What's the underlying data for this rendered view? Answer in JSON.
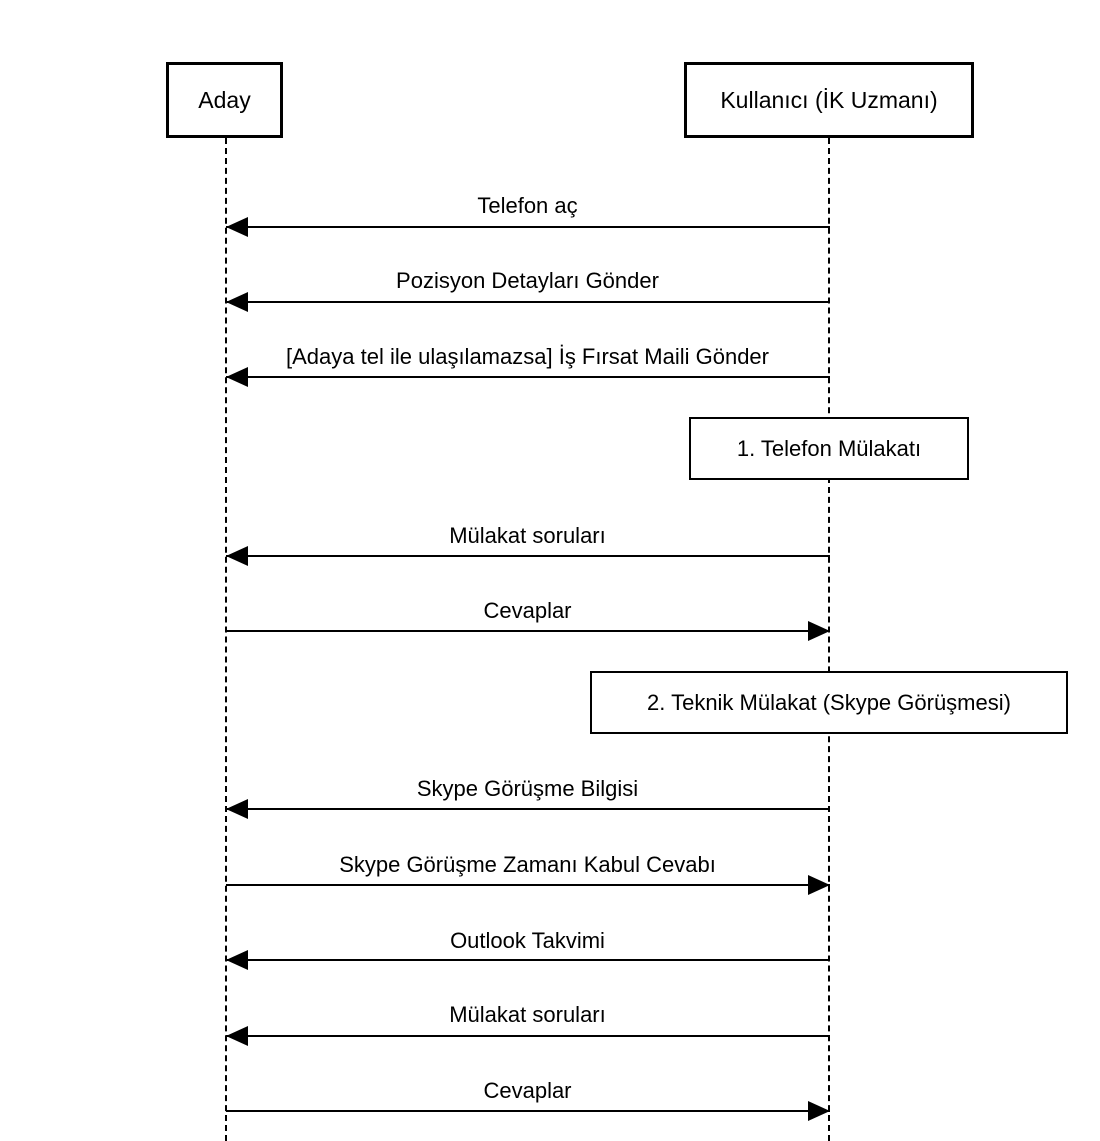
{
  "actors": {
    "aday": "Aday",
    "kullanici": "Kullanıcı (İK Uzmanı)"
  },
  "notes": {
    "telefon_mulakati": "1. Telefon Mülakatı",
    "teknik_mulakat": "2. Teknik Mülakat (Skype Görüşmesi)"
  },
  "messages": [
    {
      "label": "Telefon aç",
      "direction": "to-aday"
    },
    {
      "label": "Pozisyon Detayları Gönder",
      "direction": "to-aday"
    },
    {
      "label": "[Adaya tel ile ulaşılamazsa] İş Fırsat Maili Gönder",
      "direction": "to-aday"
    },
    {
      "label": "Mülakat soruları",
      "direction": "to-aday"
    },
    {
      "label": "Cevaplar",
      "direction": "to-kullanici"
    },
    {
      "label": "Skype Görüşme Bilgisi",
      "direction": "to-aday"
    },
    {
      "label": "Skype Görüşme Zamanı Kabul Cevabı",
      "direction": "to-kullanici"
    },
    {
      "label": "Outlook Takvimi",
      "direction": "to-aday"
    },
    {
      "label": "Mülakat soruları",
      "direction": "to-aday"
    },
    {
      "label": "Cevaplar",
      "direction": "to-kullanici"
    }
  ]
}
